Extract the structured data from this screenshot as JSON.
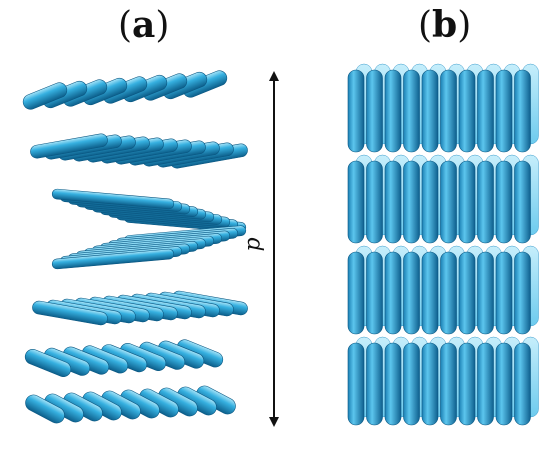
{
  "panel_a": {
    "label_open": "(",
    "label_letter": "a",
    "label_close": ")"
  },
  "panel_b": {
    "label_open": "(",
    "label_letter": "b",
    "label_close": ")"
  },
  "pitch": {
    "symbol": "p"
  },
  "colors": {
    "rod_light": "#9fe0f6",
    "rod_mid": "#29a6d8",
    "rod_dark": "#0b5f8c",
    "arrow": "#111111"
  }
}
